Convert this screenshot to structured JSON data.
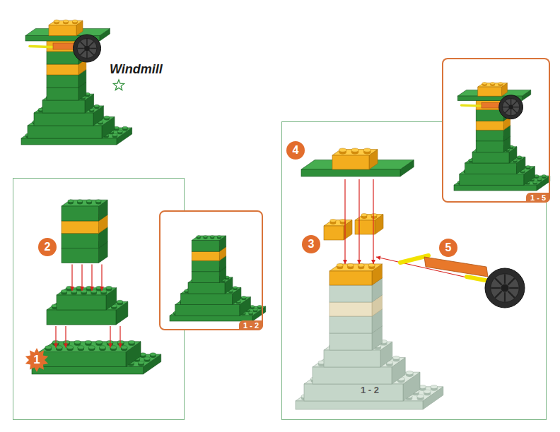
{
  "diagram": {
    "title": "Windmill",
    "nodes": [
      {
        "text": [
          "1 - 2"
        ]
      },
      {
        "text": [
          "1 - 5"
        ]
      }
    ],
    "labels": [
      "2",
      "1",
      "1 - 2",
      "4",
      "3",
      "5"
    ]
  }
}
